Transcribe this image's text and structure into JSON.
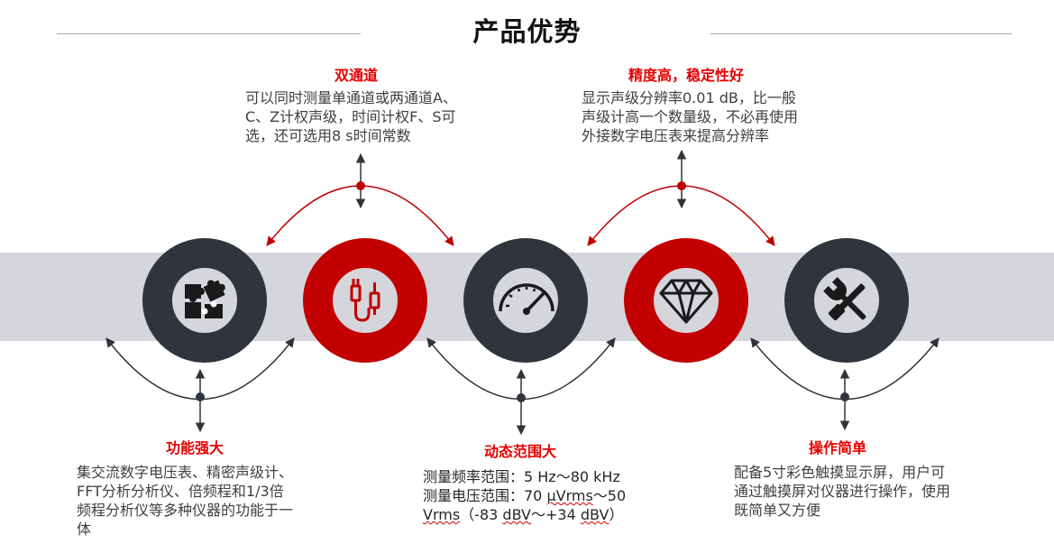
{
  "page": {
    "title": "产品优势"
  },
  "colors": {
    "accent_red": "#c20000",
    "dark_ring": "#30353d",
    "band": "#d4d6dc",
    "title_red": "#e50000"
  },
  "icons": [
    "puzzle-icon",
    "cable-connector-icon",
    "speedometer-icon",
    "diamond-icon",
    "tools-icon"
  ],
  "features": {
    "dual_channel": {
      "title": "双通道",
      "lines": [
        "可以同时测量单通道或两通道A、",
        "C、Z计权声级，时间计权F、S可",
        "选，还可选用8 s时间常数"
      ]
    },
    "precision": {
      "title": "精度高，稳定性好",
      "lines": [
        "显示声级分辨率0.01 dB，比一般",
        "声级计高一个数量级，不必再使用",
        "外接数字电压表来提高分辨率"
      ]
    },
    "powerful": {
      "title": "功能强大",
      "lines": [
        "集交流数字电压表、精密声级计、",
        "FFT分析分析仪、倍频程和1/3倍",
        "频程分析仪等多种仪器的功能于一",
        "体"
      ]
    },
    "dynamic_range": {
      "title": "动态范围大",
      "line1": "测量频率范围：5 Hz～80 kHz",
      "line2_a": "测量电压范围：70 ",
      "line2_b": "μVrms",
      "line2_c": "～50",
      "line3_a": "Vrms",
      "line3_b": "（-83 ",
      "line3_c": "dBV",
      "line3_d": "～+34 ",
      "line3_e": "dBV",
      "line3_f": "）"
    },
    "easy_operation": {
      "title": "操作简单",
      "lines": [
        "配备5寸彩色触摸显示屏，用户可",
        "通过触摸屏对仪器进行操作，使用",
        "既简单又方便"
      ]
    }
  }
}
